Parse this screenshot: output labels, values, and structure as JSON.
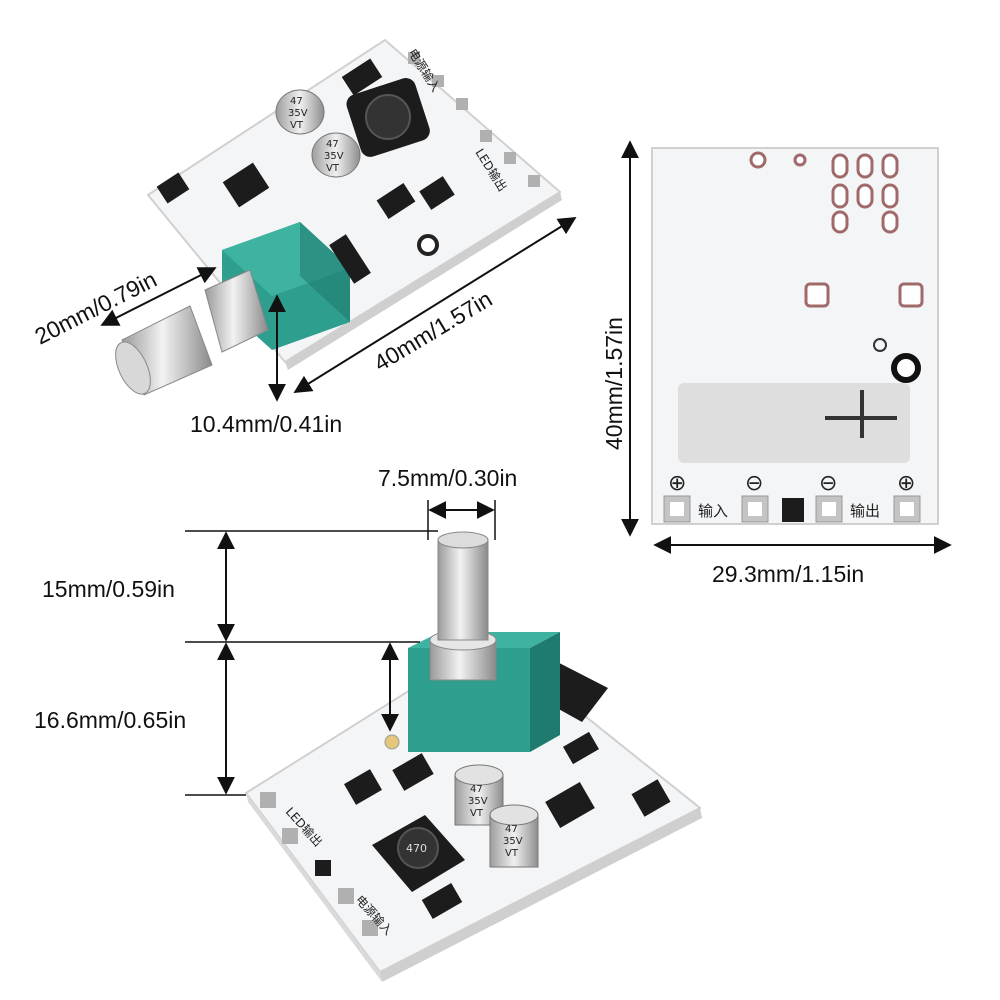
{
  "dimensions": {
    "width_20": "20mm/0.79in",
    "length_40_angled": "40mm/1.57in",
    "height_10_4": "10.4mm/0.41in",
    "shaft_dia": "7.5mm/0.30in",
    "shaft_height": "15mm/0.59in",
    "body_height": "16.6mm/0.65in",
    "length_40_vertical": "40mm/1.57in",
    "width_29_3": "29.3mm/1.15in"
  },
  "board_labels": {
    "input": "输入",
    "output": "输出",
    "power_input": "电源输入",
    "led_output": "LED输出",
    "cap_value": "47",
    "cap_voltage": "35V",
    "cap_series": "VT",
    "inductor_code": "470",
    "plus": "⊕",
    "minus": "⊖"
  },
  "colors": {
    "board": "#f4f5f7",
    "potentiometer": "#2e9e8e",
    "metal": "#c9c9c9",
    "component": "#1c1c1c",
    "pad": "#b0b0b0",
    "line": "#111111"
  }
}
